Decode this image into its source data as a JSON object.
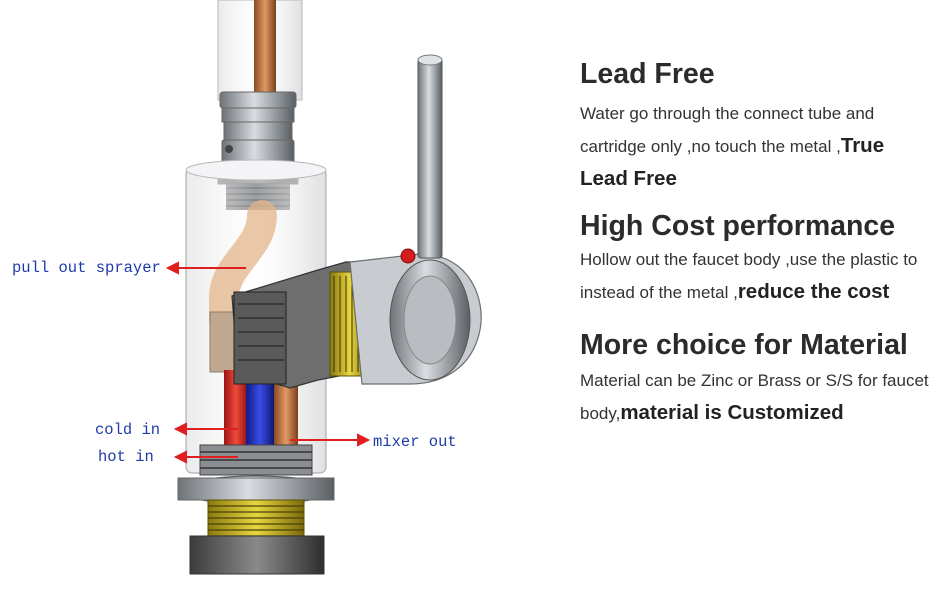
{
  "callouts": {
    "pull_out_sprayer": "pull out sprayer",
    "cold_in": "cold in",
    "hot_in": "hot in",
    "mixer_out": "mixer out"
  },
  "features": [
    {
      "title": "Lead Free",
      "text": "Water go through the connect tube and cartridge only ,no touch the metal ,",
      "bold": "True Lead Free"
    },
    {
      "title": "High Cost performance",
      "text": "Hollow out the faucet body ,use the plastic to instead of the metal ,",
      "bold": "reduce the cost"
    },
    {
      "title": "More choice for Material",
      "text": "Material can be Zinc or Brass or S/S for faucet body,",
      "bold": "material is Customized"
    }
  ],
  "colors": {
    "arrow": "#e02020",
    "callout_text": "#1e3ca8",
    "cold_pipe": "#2233cc",
    "hot_pipe": "#d62a2a",
    "copper": "#c8743c"
  }
}
